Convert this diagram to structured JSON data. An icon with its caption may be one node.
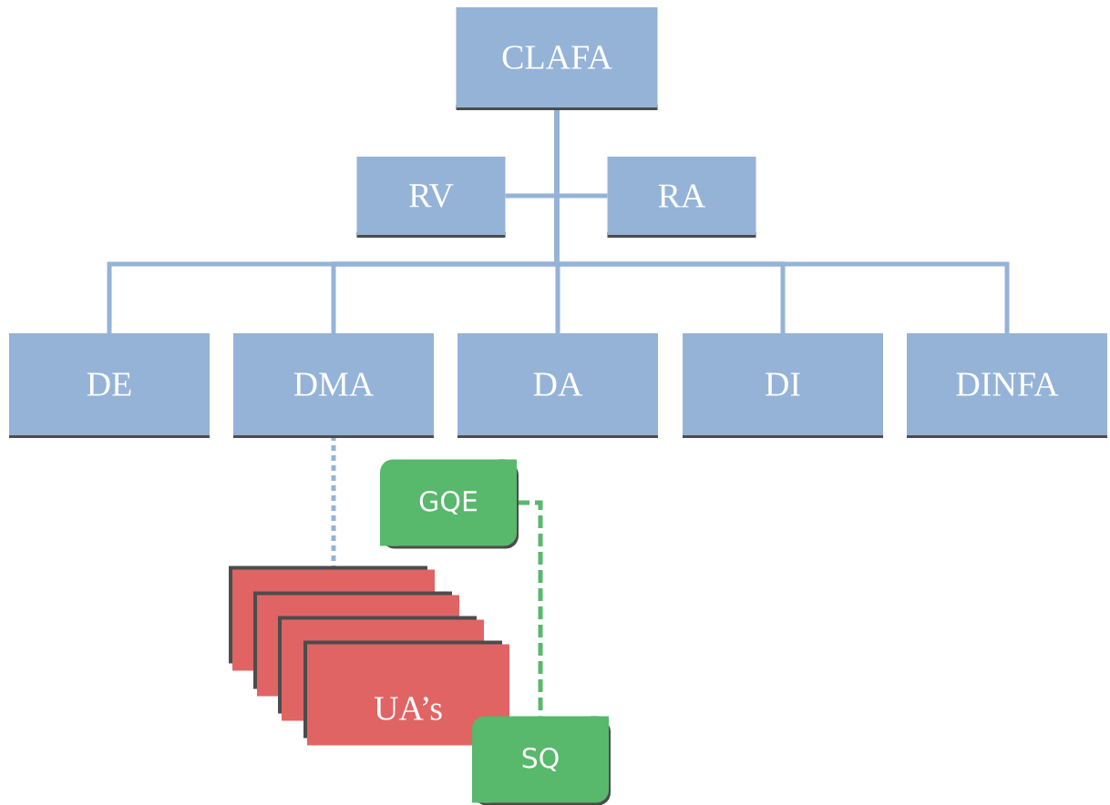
{
  "diagram": {
    "nodes": [
      {
        "text": [
          "CLAFA"
        ]
      },
      {
        "text": [
          "RV"
        ]
      },
      {
        "text": [
          "RA"
        ]
      },
      {
        "text": [
          "DE"
        ]
      },
      {
        "text": [
          "DMA"
        ]
      },
      {
        "text": [
          "DA"
        ]
      },
      {
        "text": [
          "DI"
        ]
      },
      {
        "text": [
          "DINFA"
        ]
      },
      {
        "text": [],
        "shape": "box"
      },
      {
        "text": [],
        "shape": "box"
      },
      {
        "text": [],
        "shape": "box"
      },
      {
        "text": [
          "UA’s"
        ]
      },
      {
        "text": [
          "GQE"
        ]
      },
      {
        "text": [
          "SQ"
        ]
      }
    ],
    "edges": [
      {
        "from": 0,
        "to": 1,
        "arrow": "none"
      },
      {
        "from": 0,
        "to": 2,
        "arrow": "none"
      },
      {
        "from": 0,
        "to": 3,
        "arrow": "none"
      },
      {
        "from": 0,
        "to": 4,
        "arrow": "none"
      },
      {
        "from": 0,
        "to": 5,
        "arrow": "none"
      },
      {
        "from": 0,
        "to": 6,
        "arrow": "none"
      },
      {
        "from": 0,
        "to": 7,
        "arrow": "none"
      },
      {
        "from": 4,
        "to": 8,
        "arrow": "none",
        "style": "dashed"
      },
      {
        "from": 12,
        "to": 13,
        "arrow": "none",
        "style": "dashed",
        "color": "#58b86c"
      }
    ]
  }
}
